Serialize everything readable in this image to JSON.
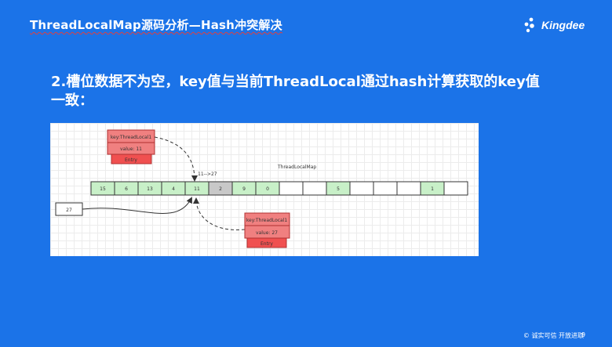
{
  "slide": {
    "title": "ThreadLocalMap源码分析—Hash冲突解决",
    "logo_text": "Kingdee",
    "heading": "2.槽位数据不为空，key值与当前ThreadLocal通过hash计算获取的key值一致：",
    "footer": "© 诚实可信 开放进取",
    "page_number": "9"
  },
  "colors": {
    "background": "#1b73e8",
    "slot_filled": "#c8f0c8",
    "slot_highlight": "#c8c8c8",
    "entry_key": "#f08080",
    "entry_footer": "#f05050"
  },
  "diagram": {
    "map_label": "ThreadLocalMap",
    "arrow_label": "11-->27",
    "slots": [
      "15",
      "6",
      "13",
      "4",
      "11",
      "2",
      "9",
      "0",
      "",
      "",
      "5",
      "",
      "",
      "",
      "1",
      ""
    ],
    "slot_states": [
      "filled",
      "filled",
      "filled",
      "filled",
      "filled",
      "highlight",
      "filled",
      "filled",
      "empty",
      "empty",
      "filled",
      "empty",
      "empty",
      "empty",
      "filled",
      "empty"
    ],
    "entry_top": {
      "key": "key:ThreadLocal1",
      "value": "value: 11",
      "footer": "Entry"
    },
    "entry_bottom": {
      "key": "key:ThreadLocal1",
      "value": "value: 27",
      "footer": "Entry"
    },
    "input_value": "27"
  }
}
